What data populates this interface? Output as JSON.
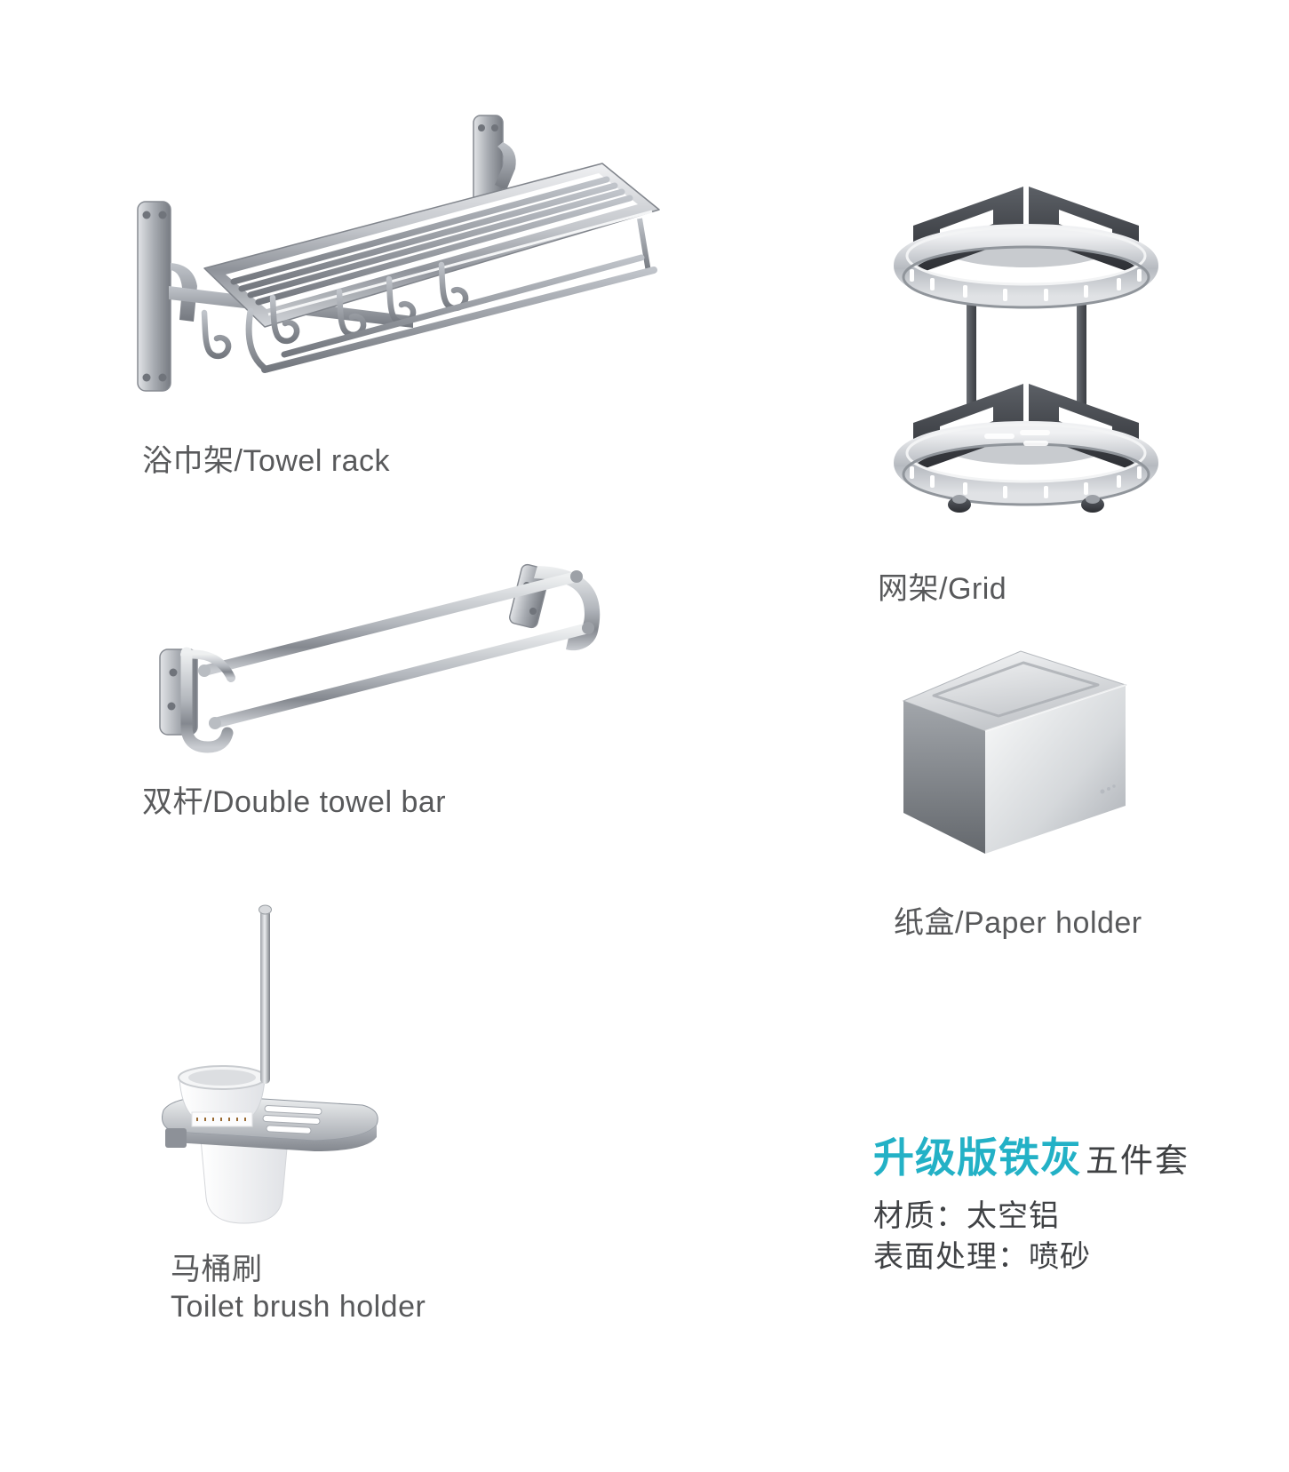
{
  "page": {
    "background": "#ffffff",
    "text_color": "#58595b",
    "accent_color": "#23b1c6"
  },
  "products": {
    "towel_rack": {
      "label": "浴巾架/Towel rack"
    },
    "double_towel_bar": {
      "label": "双杆/Double towel bar"
    },
    "toilet_brush": {
      "label_zh": "马桶刷",
      "label_en": "Toilet brush holder"
    },
    "grid": {
      "label": "网架/Grid"
    },
    "paper_holder": {
      "label": "纸盒/Paper holder"
    }
  },
  "summary": {
    "series_highlight": "升级版铁灰",
    "series_suffix": "五件套",
    "material_line": "材质：太空铝",
    "finish_line": "表面处理：喷砂"
  }
}
